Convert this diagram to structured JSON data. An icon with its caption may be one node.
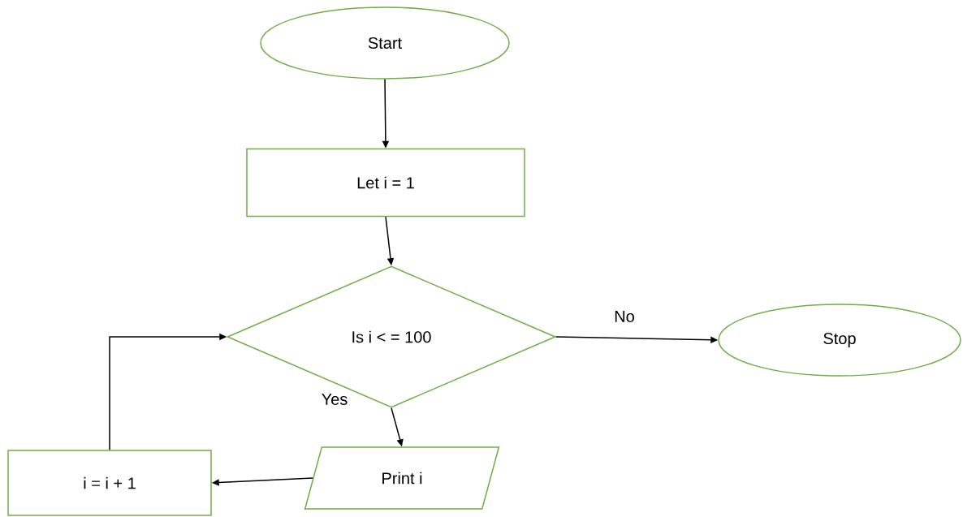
{
  "diagram": {
    "nodes": [
      {
        "text": [
          "Start"
        ]
      },
      {
        "text": [
          "Let  i = 1"
        ]
      },
      {
        "text": [
          "Is i < = 100"
        ]
      },
      {
        "text": [
          "Stop"
        ]
      },
      {
        "text": [
          "Print i"
        ]
      },
      {
        "text": [
          "i = i + 1"
        ]
      }
    ],
    "edges": [
      {
        "from": 0,
        "to": 1,
        "arrow": "to"
      },
      {
        "from": 1,
        "to": 2,
        "arrow": "to"
      },
      {
        "from": 2,
        "to": 3,
        "arrow": "to",
        "label": "No"
      },
      {
        "from": 2,
        "to": 4,
        "arrow": "to",
        "label": "Yes"
      },
      {
        "from": 4,
        "to": 5,
        "arrow": "to"
      },
      {
        "from": 5,
        "to": 2,
        "arrow": "to"
      }
    ]
  }
}
